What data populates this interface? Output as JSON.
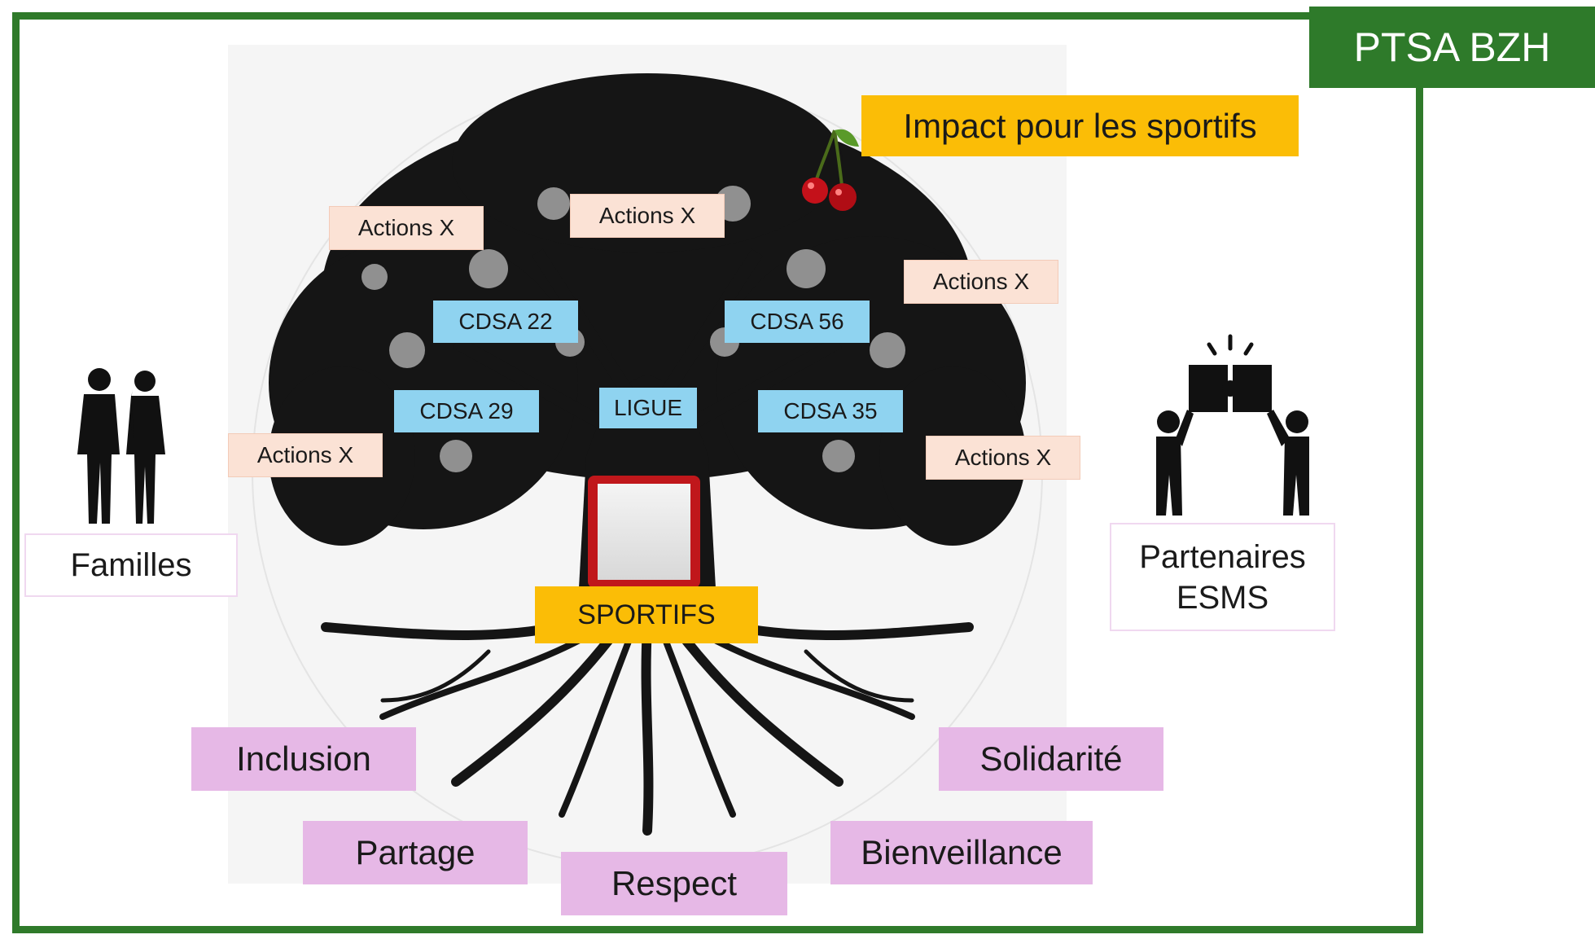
{
  "badge": {
    "label": "PTSA BZH"
  },
  "impact": {
    "label": "Impact pour les sportifs"
  },
  "actions": [
    "Actions X",
    "Actions X",
    "Actions X",
    "Actions X",
    "Actions X"
  ],
  "branches": {
    "cdsa22": "CDSA 22",
    "cdsa56": "CDSA 56",
    "cdsa29": "CDSA 29",
    "cdsa35": "CDSA 35",
    "ligue": "LIGUE"
  },
  "trunk": {
    "label": "SPORTIFS"
  },
  "left_actor": {
    "label": "Familles"
  },
  "right_actor": {
    "line1": "Partenaires",
    "line2": "ESMS"
  },
  "values": {
    "inclusion": "Inclusion",
    "solidarite": "Solidarité",
    "partage": "Partage",
    "bienveillance": "Bienveillance",
    "respect": "Respect"
  },
  "colors": {
    "frame": "#2f7a2a",
    "badge": "#2e7a2a",
    "highlight": "#fbbd06",
    "actions": "#fbe2d5",
    "structure": "#8fd3f0",
    "values": "#e6b8e6"
  },
  "icons": {
    "left": "couple-silhouette-icon",
    "right": "partners-puzzle-icon",
    "fruit": "cherries-icon",
    "tree": "tree-with-roots-icon"
  }
}
